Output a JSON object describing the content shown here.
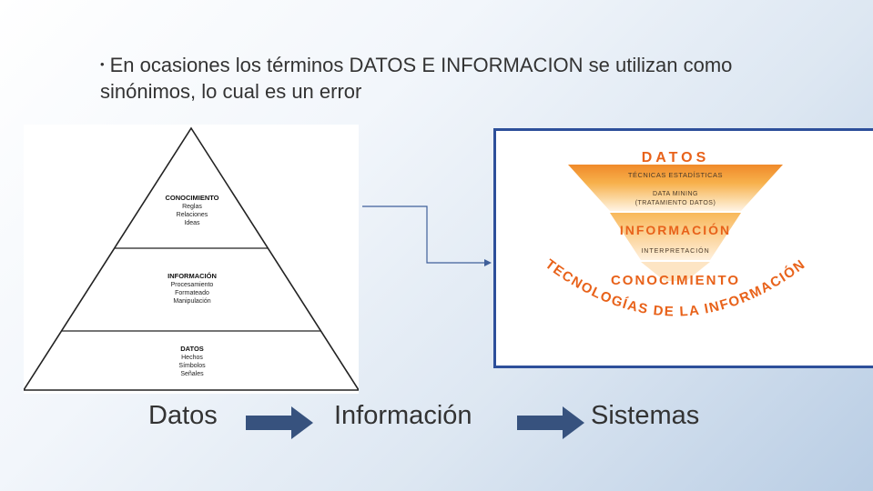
{
  "slide": {
    "bullet_marker": "•",
    "bullet_text": "En ocasiones los términos DATOS E INFORMACION se utilizan como sinónimos, lo cual es un error"
  },
  "pyramid": {
    "levels": [
      {
        "title": "CONOCIMIENTO",
        "items": [
          "Reglas",
          "Relaciones",
          "Ideas"
        ]
      },
      {
        "title": "INFORMACIÓN",
        "items": [
          "Procesamiento",
          "Formateado",
          "Manipulación"
        ]
      },
      {
        "title": "DATOS",
        "items": [
          "Hechos",
          "Símbolos",
          "Señales"
        ]
      }
    ]
  },
  "funnel": {
    "datos": "DATOS",
    "tecnicas": "TÉCNICAS ESTADÍSTICAS",
    "data_mining": "DATA MINING",
    "tratamiento": "(TRATAMIENTO DATOS)",
    "informacion": "INFORMACIÓN",
    "interpretacion": "INTERPRETACIÓN",
    "conocimiento": "CONOCIMIENTO",
    "arc_text": "TECNOLOGÍAS DE LA INFORMACIÓN"
  },
  "flow": {
    "step1": "Datos",
    "step2": "Información",
    "step3": "Sistemas"
  },
  "colors": {
    "title_orange": "#e8621a",
    "funnel_orange": "#f5a23b",
    "arrow_navy": "#37527e",
    "frame_blue": "#2d4f9a"
  }
}
